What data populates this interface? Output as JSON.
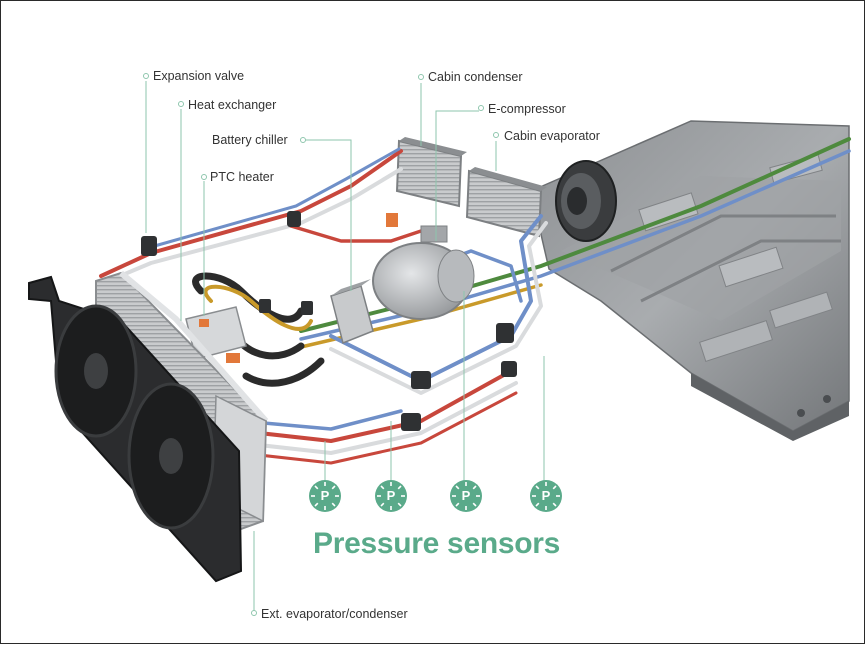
{
  "labels": {
    "expansion_valve": "Expansion valve",
    "heat_exchanger": "Heat exchanger",
    "battery_chiller": "Battery chiller",
    "ptc_heater": "PTC heater",
    "cabin_condenser": "Cabin condenser",
    "e_compressor": "E-compressor",
    "cabin_evaporator": "Cabin evaporator",
    "ext_evaporator_condenser": "Ext. evaporator/condenser"
  },
  "sensors": {
    "title": "Pressure sensors",
    "symbol": "P",
    "count": 4
  },
  "colors": {
    "accent_green": "#5aaa8a",
    "pipe_red": "#c8473c",
    "pipe_blue": "#6f8fc8",
    "pipe_green": "#4e8a3e",
    "metal": "#b9bcbf",
    "dark": "#2b2b2b"
  }
}
